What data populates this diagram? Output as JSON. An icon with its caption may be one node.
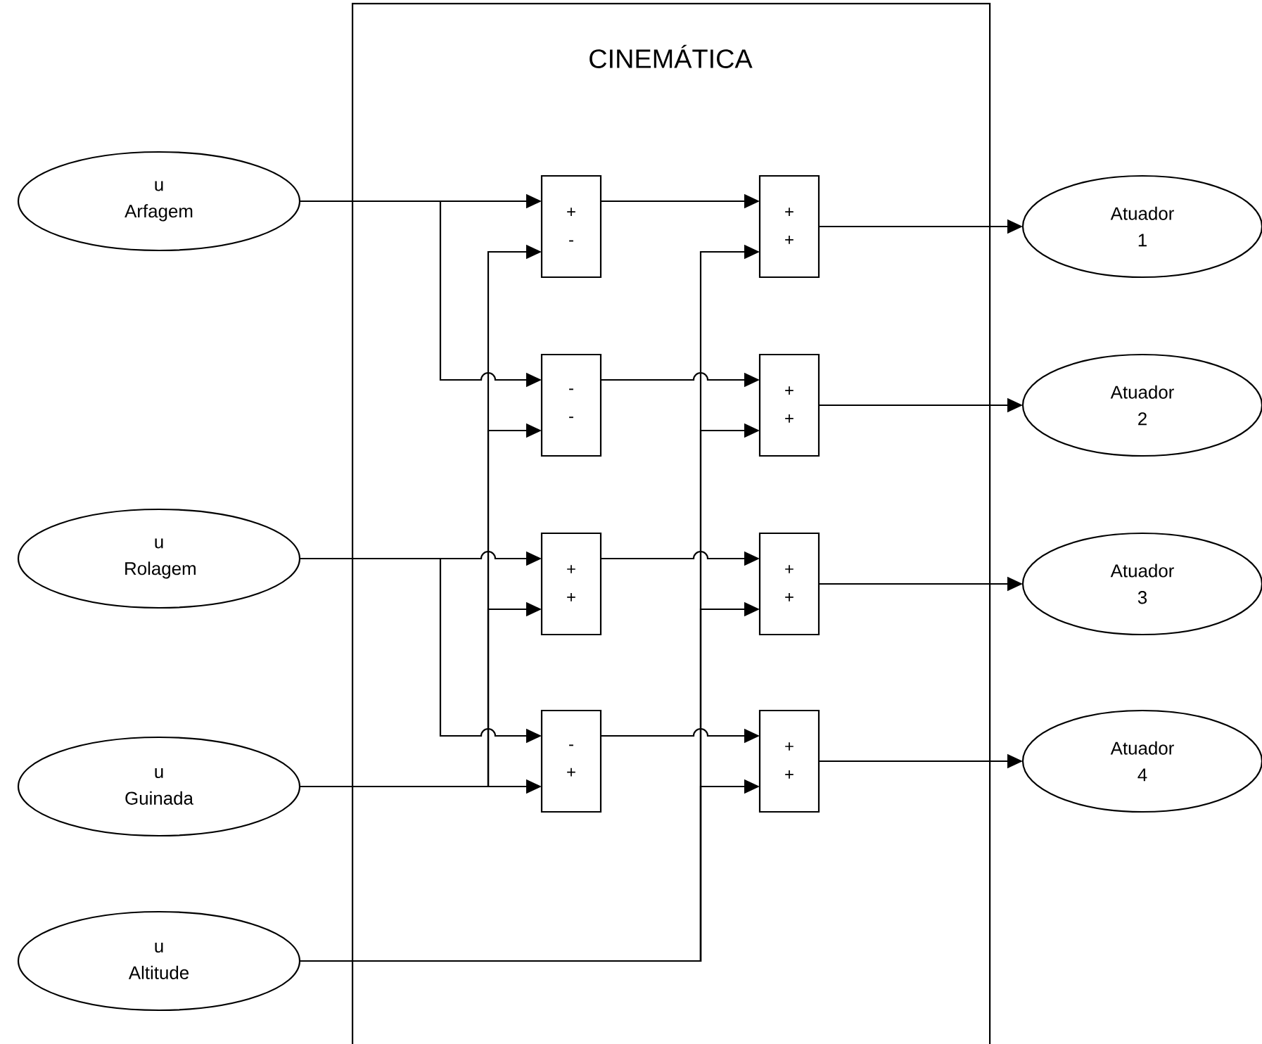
{
  "diagram": {
    "nodes": [
      {
        "text": [
          "CINEMÁTICA"
        ]
      },
      {
        "text": [
          "u Arfagem"
        ]
      },
      {
        "text": [
          "u Rolagem"
        ]
      },
      {
        "text": [
          "u Guinada"
        ]
      },
      {
        "text": [
          "u Altitude"
        ]
      },
      {
        "text": [
          "+",
          "-"
        ],
        "in": 0
      },
      {
        "text": [
          "-",
          "-"
        ],
        "in": 0
      },
      {
        "text": [
          "+",
          "+"
        ],
        "in": 0
      },
      {
        "text": [
          "-",
          "+"
        ],
        "in": 0
      },
      {
        "text": [
          "+",
          "+"
        ],
        "in": 0
      },
      {
        "text": [
          "+",
          "+"
        ],
        "in": 0
      },
      {
        "text": [
          "+",
          "+"
        ],
        "in": 0
      },
      {
        "text": [
          "+",
          "+"
        ],
        "in": 0
      },
      {
        "text": [
          "Atuador 1"
        ]
      },
      {
        "text": [
          "Atuador 2"
        ]
      },
      {
        "text": [
          "Atuador 3"
        ]
      },
      {
        "text": [
          "Atuador 4"
        ]
      }
    ],
    "edges": [
      {
        "from": 1,
        "to": 5,
        "arrow": "to"
      },
      {
        "from": 1,
        "to": 6,
        "arrow": "to"
      },
      {
        "from": 2,
        "to": 7,
        "arrow": "to"
      },
      {
        "from": 2,
        "to": 8,
        "arrow": "to"
      },
      {
        "from": 3,
        "to": 5,
        "arrow": "to"
      },
      {
        "from": 3,
        "to": 6,
        "arrow": "to"
      },
      {
        "from": 3,
        "to": 7,
        "arrow": "to"
      },
      {
        "from": 3,
        "to": 8,
        "arrow": "to"
      },
      {
        "from": 4,
        "to": 9,
        "arrow": "to"
      },
      {
        "from": 4,
        "to": 10,
        "arrow": "to"
      },
      {
        "from": 4,
        "to": 11,
        "arrow": "to"
      },
      {
        "from": 4,
        "to": 12,
        "arrow": "to"
      },
      {
        "from": 5,
        "to": 9,
        "arrow": "to"
      },
      {
        "from": 6,
        "to": 10,
        "arrow": "to"
      },
      {
        "from": 7,
        "to": 11,
        "arrow": "to"
      },
      {
        "from": 8,
        "to": 12,
        "arrow": "to"
      },
      {
        "from": 9,
        "to": 13,
        "arrow": "to"
      },
      {
        "from": 10,
        "to": 14,
        "arrow": "to"
      },
      {
        "from": 11,
        "to": 15,
        "arrow": "to"
      },
      {
        "from": 12,
        "to": 16,
        "arrow": "to"
      }
    ]
  }
}
